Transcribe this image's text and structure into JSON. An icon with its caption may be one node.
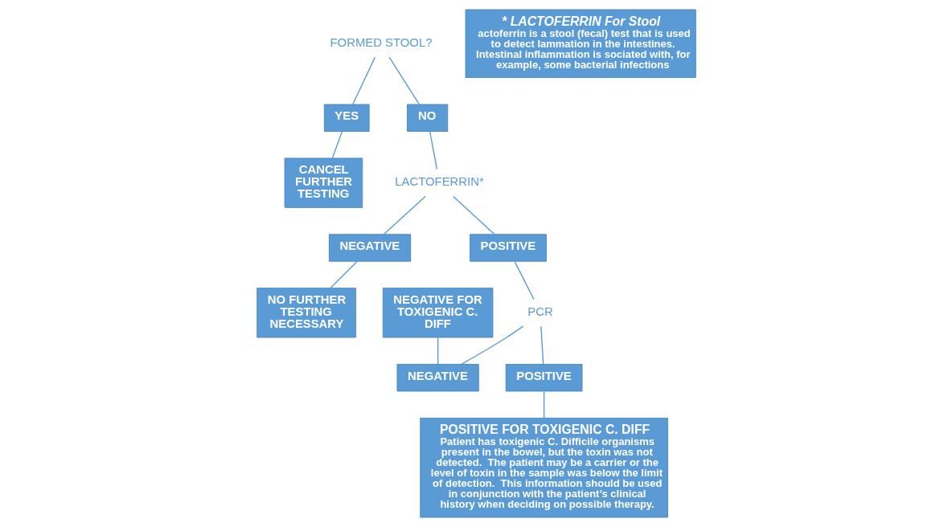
{
  "diagram": {
    "nodes": [
      {
        "text": [
          "FORMED STOOL?"
        ]
      },
      {
        "text": [
          "YES"
        ]
      },
      {
        "text": [
          "NO"
        ]
      },
      {
        "text": [
          "CANCEL FURTHER TESTING"
        ]
      },
      {
        "text": [
          "LACTOFERRIN*"
        ]
      },
      {
        "text": [
          "NEGATIVE"
        ]
      },
      {
        "text": [
          "POSITIVE"
        ]
      },
      {
        "text": [
          "NO FURTHER TESTING NECESSARY"
        ]
      },
      {
        "text": [
          "PCR"
        ]
      },
      {
        "text": [
          "NEGATIVE FOR TOXIGENIC C. DIFF"
        ]
      },
      {
        "text": [
          "NEGATIVE"
        ]
      },
      {
        "text": [
          "POSITIVE"
        ]
      },
      {
        "text": [
          "POSITIVE FOR TOXIGENIC C. DIFF",
          "Patient has toxigenic C. Difficile organisms present in the bowel, but the toxin was not detected.  The patient may be a carrier or the level of toxin in the sample was below the limit of detection.  This information should be used in conjunction with the patient’s clinical history when deciding on possible therapy."
        ]
      },
      {
        "text": [
          "* LACTOFERRIN For Stool",
          "actoferrin is a stool (fecal) test that is used to detect lammation in the intestines. Intestinal inflammation is sociated with, for example, some bacterial infections"
        ]
      }
    ],
    "edges": [
      {
        "from": 0,
        "to": 1,
        "arrow": "none"
      },
      {
        "from": 0,
        "to": 2,
        "arrow": "none"
      },
      {
        "from": 1,
        "to": 3,
        "arrow": "none"
      },
      {
        "from": 2,
        "to": 4,
        "arrow": "none"
      },
      {
        "from": 4,
        "to": 5,
        "arrow": "none"
      },
      {
        "from": 4,
        "to": 6,
        "arrow": "none"
      },
      {
        "from": 5,
        "to": 7,
        "arrow": "none"
      },
      {
        "from": 6,
        "to": 8,
        "arrow": "none"
      },
      {
        "from": 8,
        "to": 10,
        "arrow": "none"
      },
      {
        "from": 8,
        "to": 11,
        "arrow": "none"
      },
      {
        "from": 9,
        "to": 10,
        "arrow": "none"
      },
      {
        "from": 11,
        "to": 12,
        "arrow": "none"
      }
    ]
  }
}
